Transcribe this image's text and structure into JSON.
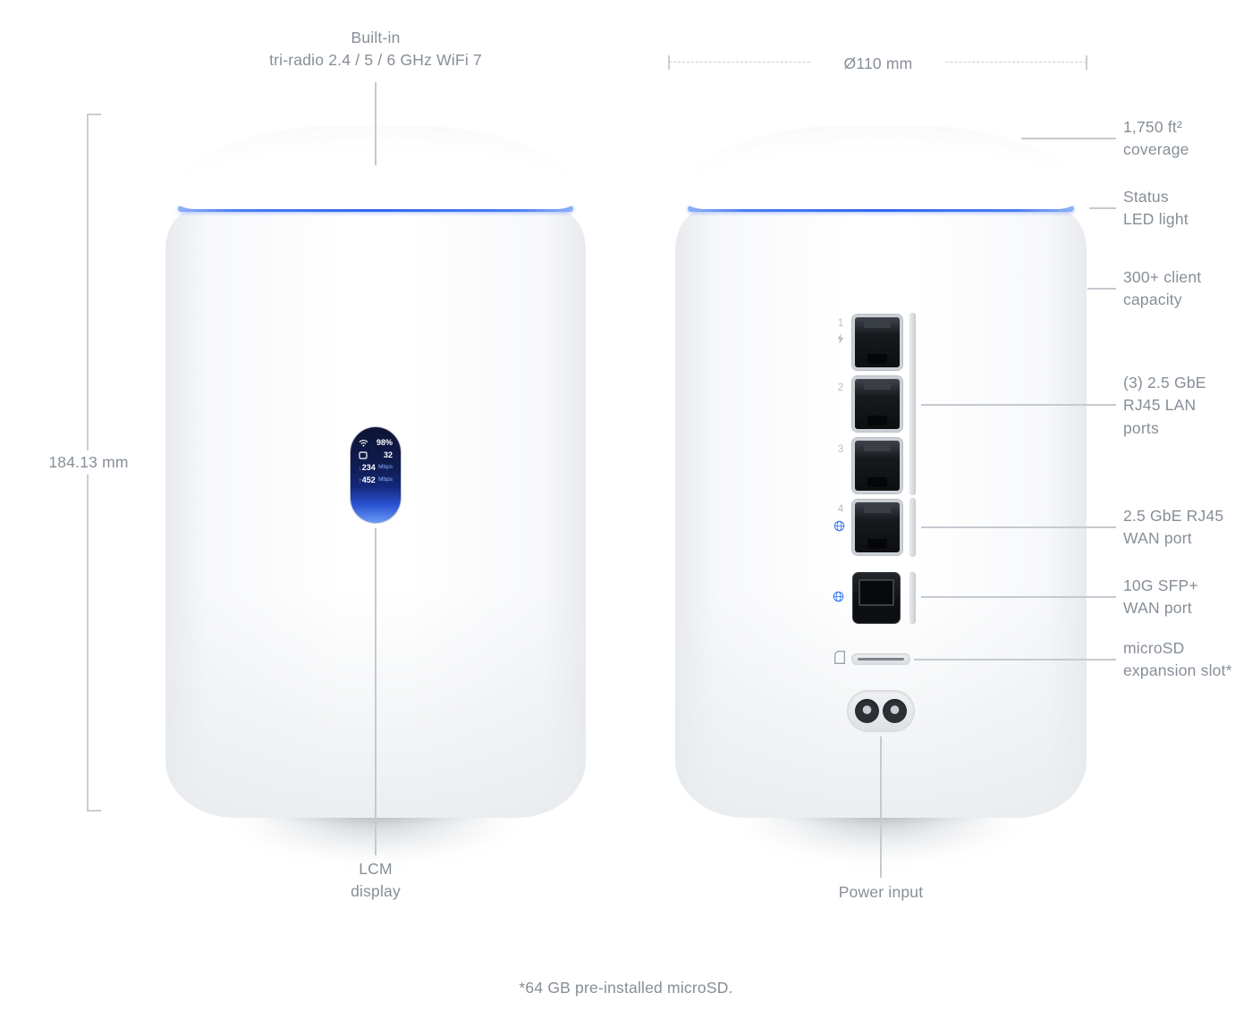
{
  "annotations": {
    "wifi": "Built-in\ntri-radio 2.4 / 5 / 6 GHz WiFi 7",
    "height": "184.13 mm",
    "diameter": "Ø110 mm",
    "coverage": "1,750 ft²\ncoverage",
    "status_led": "Status\nLED light",
    "client_capacity": "300+ client\ncapacity",
    "lan_ports": "(3) 2.5 GbE\nRJ45 LAN\nports",
    "wan_port": "2.5 GbE RJ45\nWAN port",
    "sfp_port": "10G SFP+\nWAN port",
    "microsd": "microSD\nexpansion slot*",
    "lcm_display": "LCM\ndisplay",
    "power_input": "Power input",
    "footnote": "*64 GB pre-installed microSD."
  },
  "screen": {
    "wifi_value": "98%",
    "clients_value": "32",
    "download_value": "234",
    "download_unit": "Mbps",
    "upload_value": "452",
    "upload_unit": "Mbps"
  },
  "ports": {
    "numbers": [
      "1",
      "2",
      "3",
      "4"
    ]
  },
  "colors": {
    "label_text": "#878e97",
    "callout_line": "#c5cad0",
    "led_blue": "#3e74f1",
    "screen_navy": "#101c52"
  }
}
